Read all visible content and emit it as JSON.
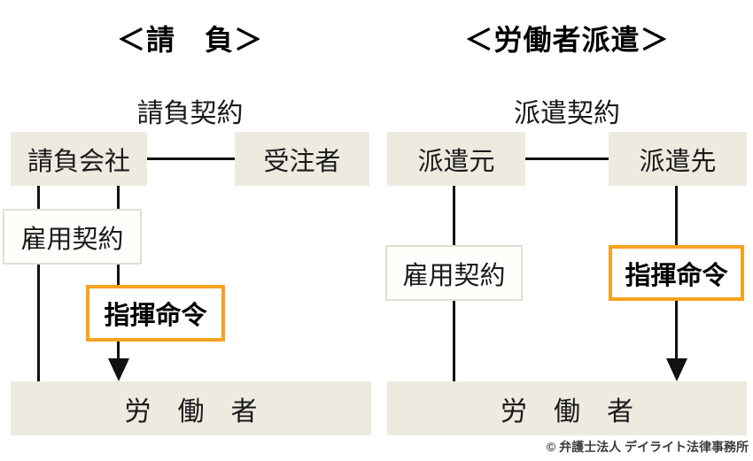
{
  "colors": {
    "box_beige": "#edeae0",
    "white_box_bg": "#fffefb",
    "white_box_border": "#e1ded4",
    "accent_orange": "#f6a21f",
    "line_black": "#111111",
    "text": "#1a1a1a"
  },
  "left": {
    "title": "＜請　負＞",
    "contract_label": "請負契約",
    "party_left": "請負会社",
    "party_right": "受注者",
    "employment_label": "雇用契約",
    "command_label": "指揮命令",
    "workers_label": "労　働　者"
  },
  "right": {
    "title": "＜労働者派遣＞",
    "contract_label": "派遣契約",
    "party_left": "派遣元",
    "party_right": "派遣先",
    "employment_label": "雇用契約",
    "command_label": "指揮命令",
    "workers_label": "労　働　者"
  },
  "footer": {
    "copyright": "© 弁護士法人 デイライト法律事務所"
  }
}
